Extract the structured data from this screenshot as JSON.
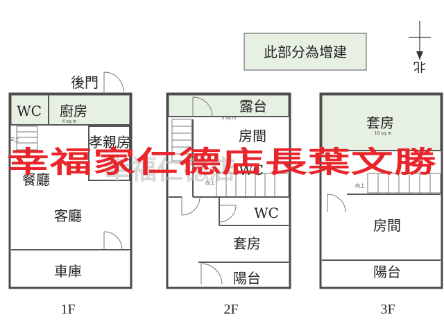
{
  "legend": {
    "text": "此部分為增建"
  },
  "compass": {
    "label": "北"
  },
  "watermark": {
    "main": "幸福家仁德店長葉文勝",
    "ghost": "幸福仁德店"
  },
  "floors": {
    "f1": {
      "label": "1F",
      "rooms": {
        "back_door": "後門",
        "wc": "WC",
        "kitchen": "廚房",
        "kitchen_area": "4 sq m",
        "elder_room": "孝親房",
        "dining": "餐廳",
        "living": "客廳",
        "garage": "車庫",
        "stair_up": "向上"
      }
    },
    "f2": {
      "label": "2F",
      "rooms": {
        "terrace": "露台",
        "terrace_area": "3 sq m",
        "room": "房間",
        "wc_upper": "WC",
        "wc": "WC",
        "suite": "套房",
        "balcony": "陽台",
        "stair_up": "向上"
      }
    },
    "f3": {
      "label": "3F",
      "rooms": {
        "suite": "套房",
        "suite_area": "16 sq m",
        "room": "房間",
        "balcony": "陽台",
        "stair_up": "向上"
      }
    }
  }
}
